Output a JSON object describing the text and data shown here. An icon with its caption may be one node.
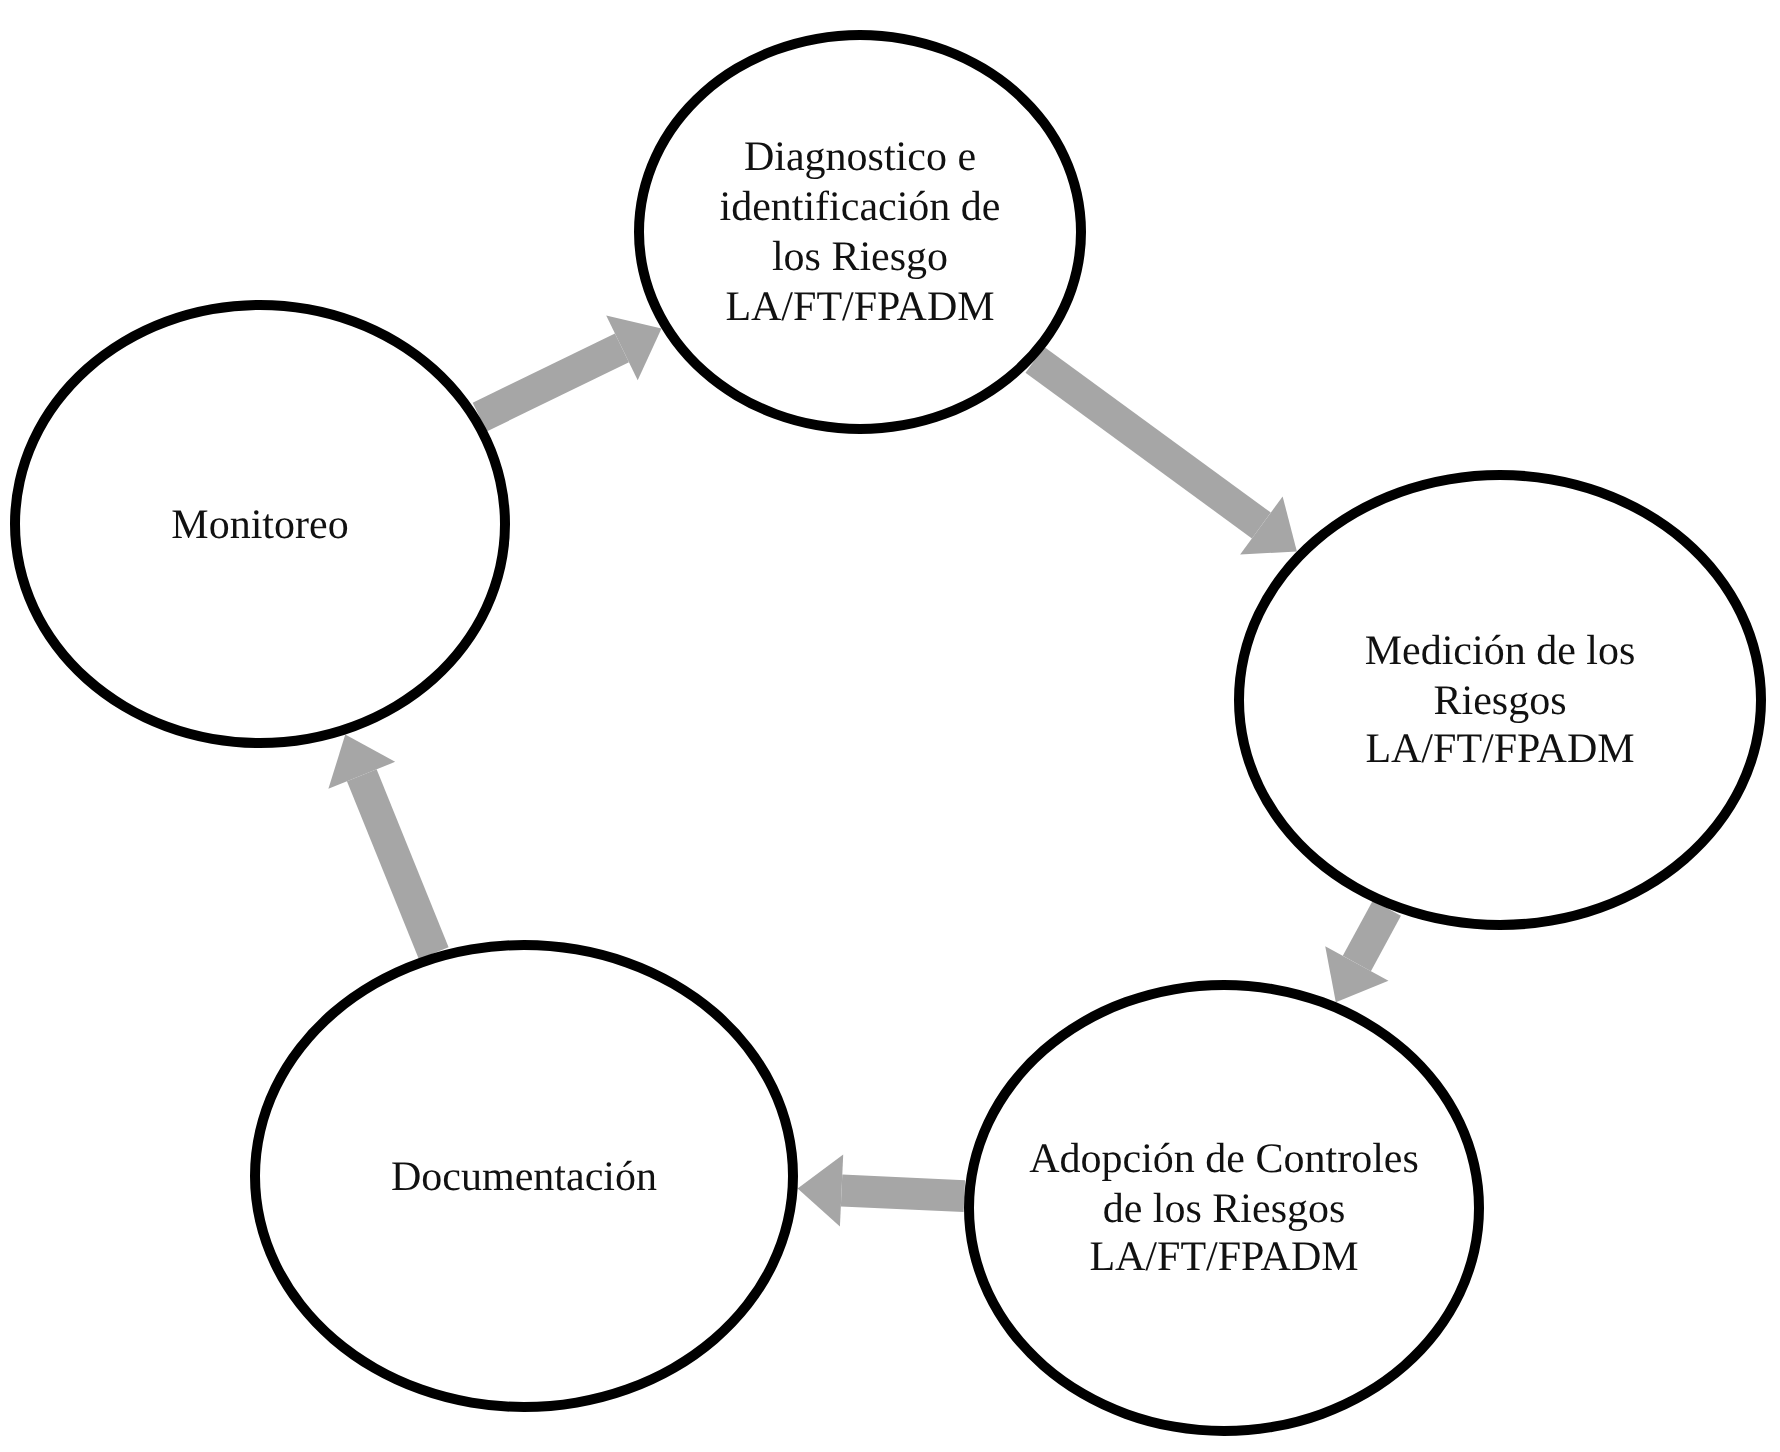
{
  "diagram": {
    "nodes": [
      {
        "text": [
          "Diagnostico e identificación de los Riesgo LA/FT/FPADM"
        ]
      },
      {
        "text": [
          "Medición de los Riesgos LA/FT/FPADM"
        ]
      },
      {
        "text": [
          "Adopción de Controles de los Riesgos LA/FT/FPADM"
        ]
      },
      {
        "text": [
          "Documentación"
        ]
      },
      {
        "text": [
          "Monitoreo"
        ]
      }
    ],
    "edges": [
      {
        "from": 0,
        "to": 1,
        "arrow": "to"
      },
      {
        "from": 1,
        "to": 2,
        "arrow": "to"
      },
      {
        "from": 2,
        "to": 3,
        "arrow": "to"
      },
      {
        "from": 3,
        "to": 4,
        "arrow": "to"
      },
      {
        "from": 4,
        "to": 0,
        "arrow": "to"
      }
    ]
  }
}
